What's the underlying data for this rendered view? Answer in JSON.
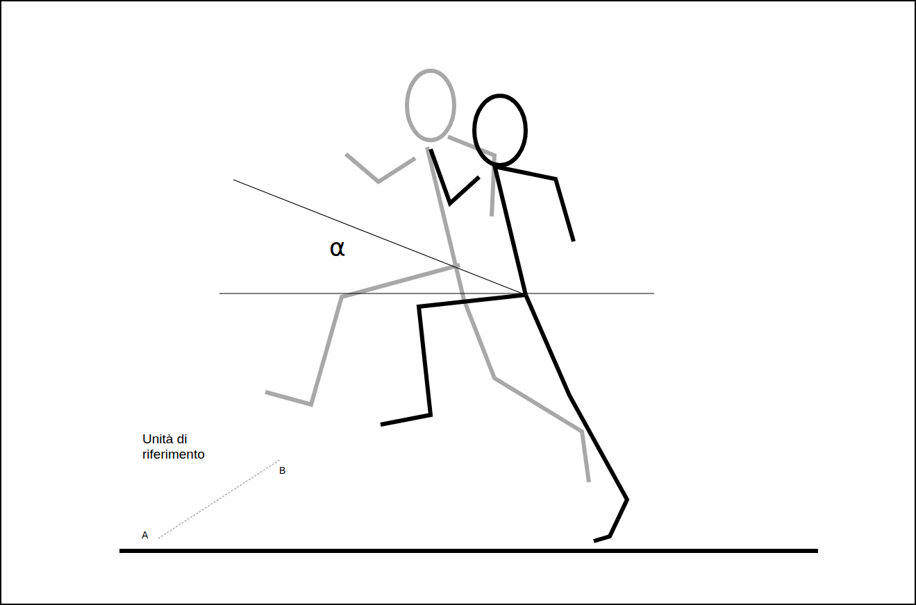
{
  "diagram": {
    "labels": [
      "α",
      "Unità di riferimento",
      "B",
      "A"
    ]
  }
}
